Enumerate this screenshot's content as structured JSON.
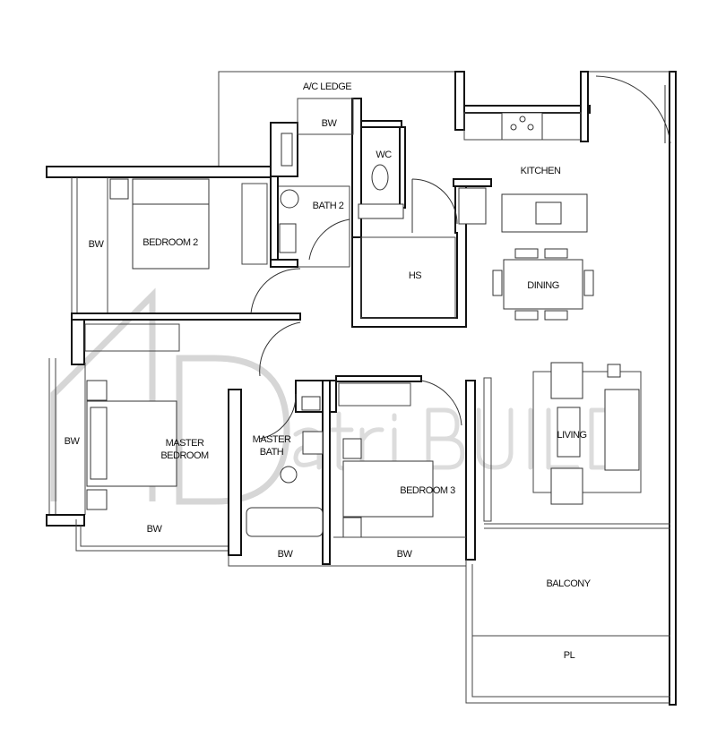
{
  "watermark": {
    "logo_text": "Datri.BUILD"
  },
  "rooms": {
    "ac_ledge": "A/C LEDGE",
    "bw_top": "BW",
    "wc": "WC",
    "kitchen": "KITCHEN",
    "bath2": "BATH 2",
    "bw_bed2": "BW",
    "bedroom2": "BEDROOM 2",
    "hs": "HS",
    "dining": "DINING",
    "bw_master": "BW",
    "master_bedroom_1": "MASTER",
    "master_bedroom_2": "BEDROOM",
    "master_bath_1": "MASTER",
    "master_bath_2": "BATH",
    "living": "LIVING",
    "bedroom3": "BEDROOM 3",
    "bw_master_bottom": "BW",
    "bw_bath_bottom": "BW",
    "bw_bed3_bottom": "BW",
    "balcony": "BALCONY",
    "pl": "PL"
  }
}
